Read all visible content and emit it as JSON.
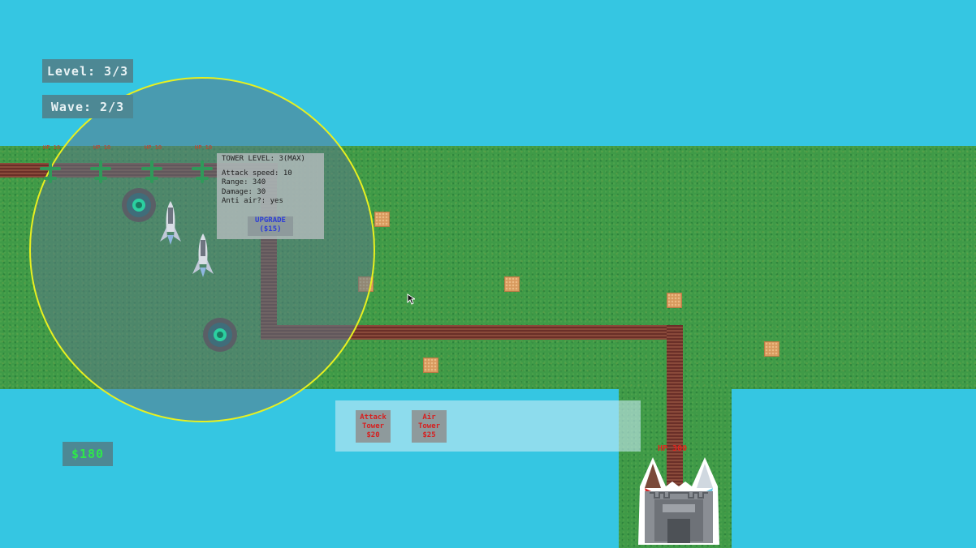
{
  "hud": {
    "level_label": "Level: 3/3",
    "wave_label": "Wave: 2/3",
    "money": "$180"
  },
  "enemies": {
    "hp_labels": [
      "HP 10",
      "HP 10",
      "HP 10",
      "HP 10"
    ]
  },
  "tower_info": {
    "title": "TOWER LEVEL: 3(MAX)",
    "attack_speed": "Attack speed: 10",
    "range": "Range: 340",
    "damage": "Damage: 30",
    "anti_air": "Anti air?: yes",
    "upgrade_line1": "UPGRADE",
    "upgrade_line2": "($15)"
  },
  "shop": {
    "attack_tower": {
      "line1": "Attack",
      "line2": "Tower",
      "price": "$20"
    },
    "air_tower": {
      "line1": "Air",
      "line2": "Tower",
      "price": "$25"
    }
  },
  "base": {
    "hp_label": "HP 300"
  },
  "colors": {
    "sky": "#35c6e2",
    "grass": "#3f9a47",
    "path": "#6a2f28",
    "range_outline": "#e8f020",
    "money_text": "#2ee84a",
    "shop_text": "#d62020",
    "upgrade_text": "#2c3cd8"
  }
}
